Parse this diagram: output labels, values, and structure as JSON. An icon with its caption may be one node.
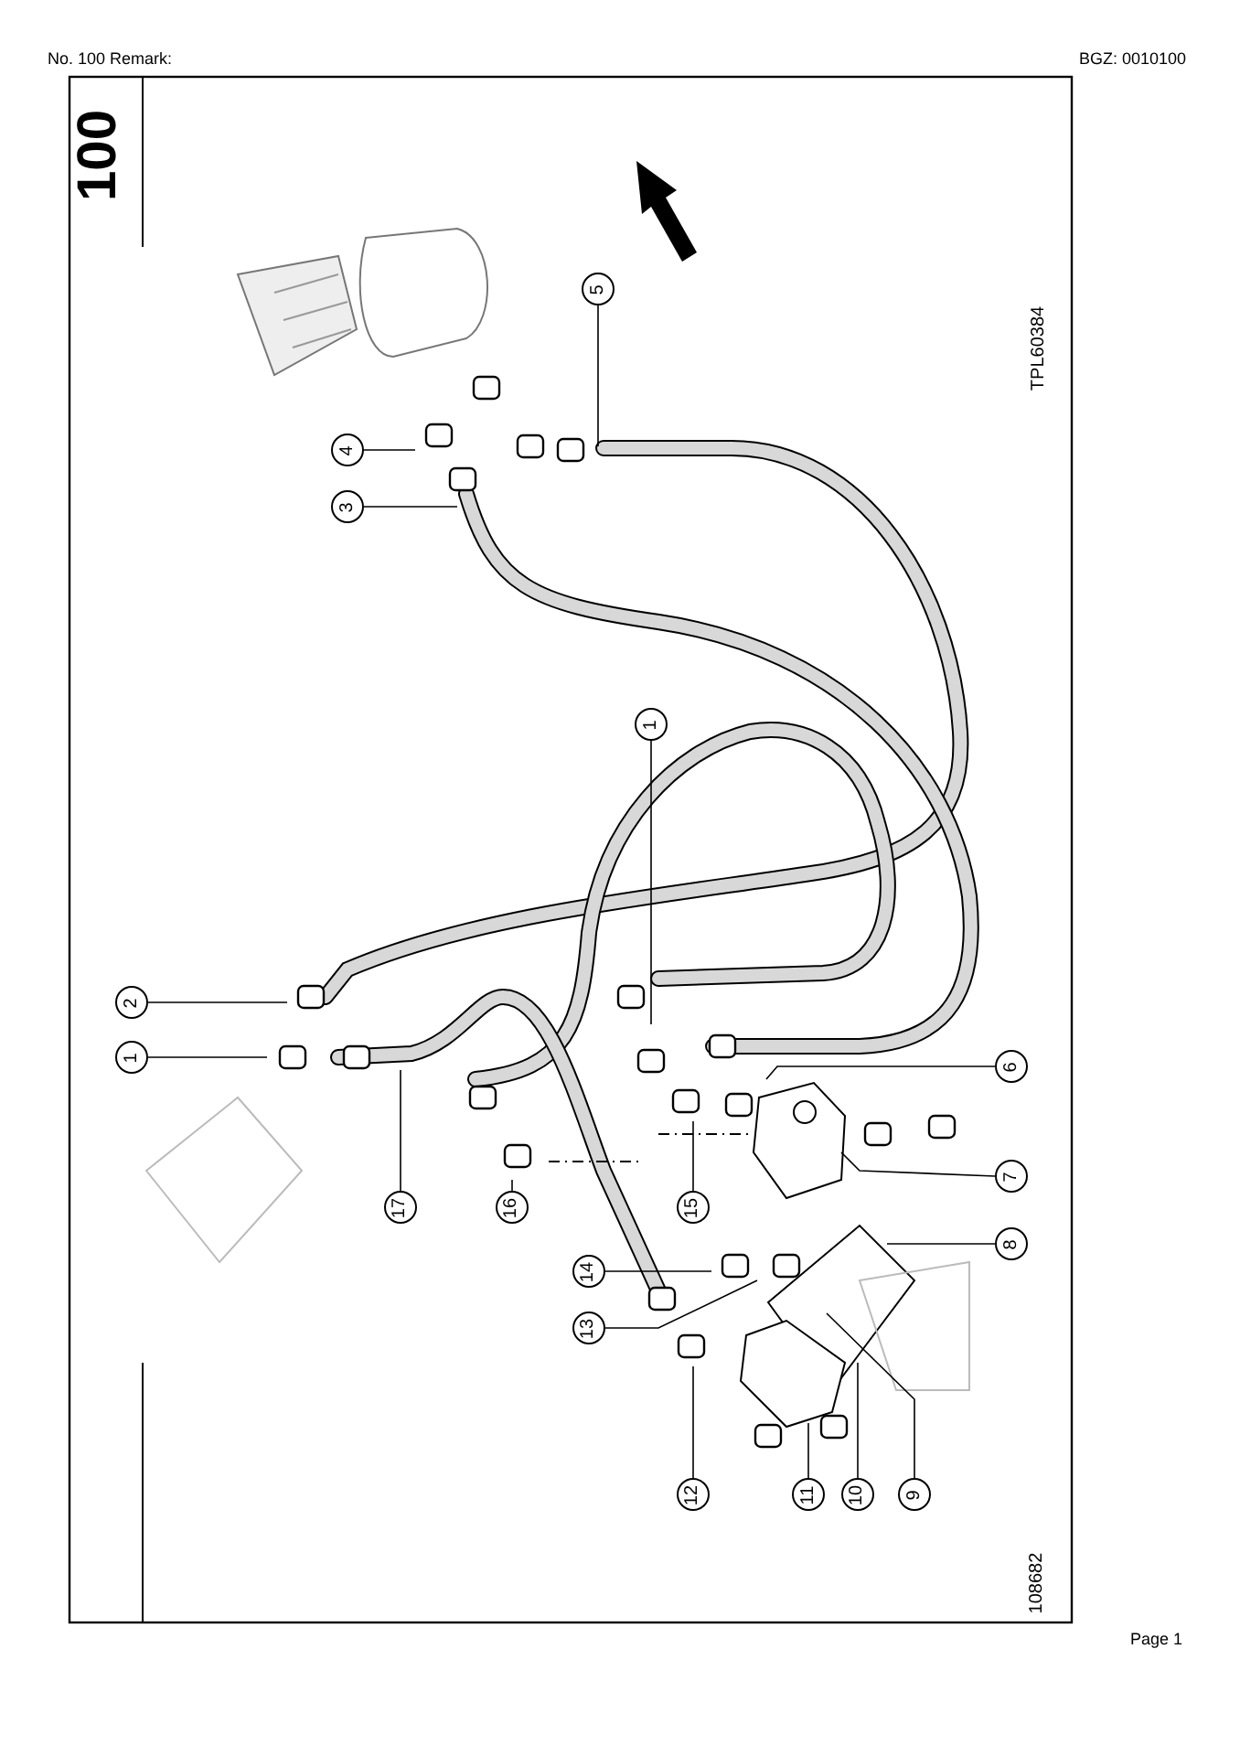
{
  "diagram": {
    "nodes": [
      {
        "text": [
          "5"
        ]
      },
      {
        "text": [
          "4"
        ]
      },
      {
        "text": [
          "3"
        ]
      },
      {
        "text": [
          "1"
        ]
      },
      {
        "text": [
          "2"
        ]
      },
      {
        "text": [
          "1"
        ]
      },
      {
        "text": [
          "6"
        ]
      },
      {
        "text": [
          "7"
        ]
      },
      {
        "text": [
          "8"
        ]
      },
      {
        "text": [
          "17"
        ]
      },
      {
        "text": [
          "16"
        ]
      },
      {
        "text": [
          "15"
        ]
      },
      {
        "text": [
          "14"
        ]
      },
      {
        "text": [
          "13"
        ]
      },
      {
        "text": [
          "12"
        ]
      },
      {
        "text": [
          "11"
        ]
      },
      {
        "text": [
          "10"
        ]
      },
      {
        "text": [
          "9"
        ]
      }
    ],
    "edges": [
      {
        "from": 0,
        "to": null,
        "arrow": "none"
      },
      {
        "from": 1,
        "to": null,
        "arrow": "none"
      },
      {
        "from": 2,
        "to": null,
        "arrow": "none"
      },
      {
        "from": 3,
        "to": null,
        "arrow": "none"
      },
      {
        "from": 4,
        "to": null,
        "arrow": "none"
      },
      {
        "from": 5,
        "to": null,
        "arrow": "none"
      },
      {
        "from": 6,
        "to": null,
        "arrow": "none"
      },
      {
        "from": 7,
        "to": null,
        "arrow": "none"
      },
      {
        "from": 8,
        "to": null,
        "arrow": "none"
      },
      {
        "from": 9,
        "to": null,
        "arrow": "none"
      },
      {
        "from": 10,
        "to": null,
        "arrow": "none"
      },
      {
        "from": 11,
        "to": null,
        "arrow": "none"
      },
      {
        "from": 12,
        "to": null,
        "arrow": "none"
      },
      {
        "from": 13,
        "to": null,
        "arrow": "none"
      },
      {
        "from": 14,
        "to": null,
        "arrow": "none"
      },
      {
        "from": 15,
        "to": null,
        "arrow": "none"
      },
      {
        "from": 16,
        "to": null,
        "arrow": "none"
      },
      {
        "from": 17,
        "to": null,
        "arrow": "none"
      }
    ],
    "labels": [
      "No. 100   Remark:",
      "BGZ: 0010100",
      "100",
      "TPL60384",
      "108682",
      "Page 1"
    ]
  }
}
